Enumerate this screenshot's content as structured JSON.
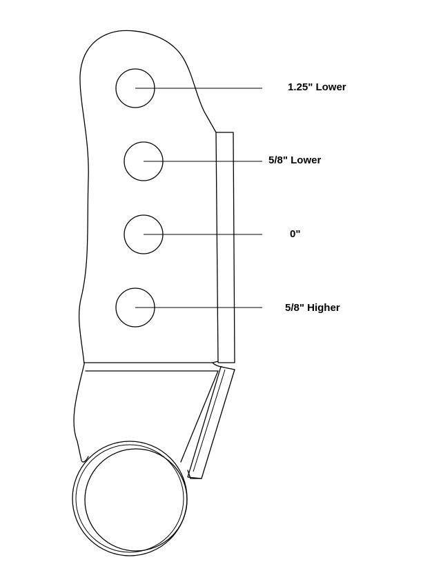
{
  "diagram": {
    "holes": [
      {
        "label": "1.25\" Lower"
      },
      {
        "label": "5/8\" Lower"
      },
      {
        "label": "0\""
      },
      {
        "label": "5/8\" Higher"
      }
    ]
  }
}
